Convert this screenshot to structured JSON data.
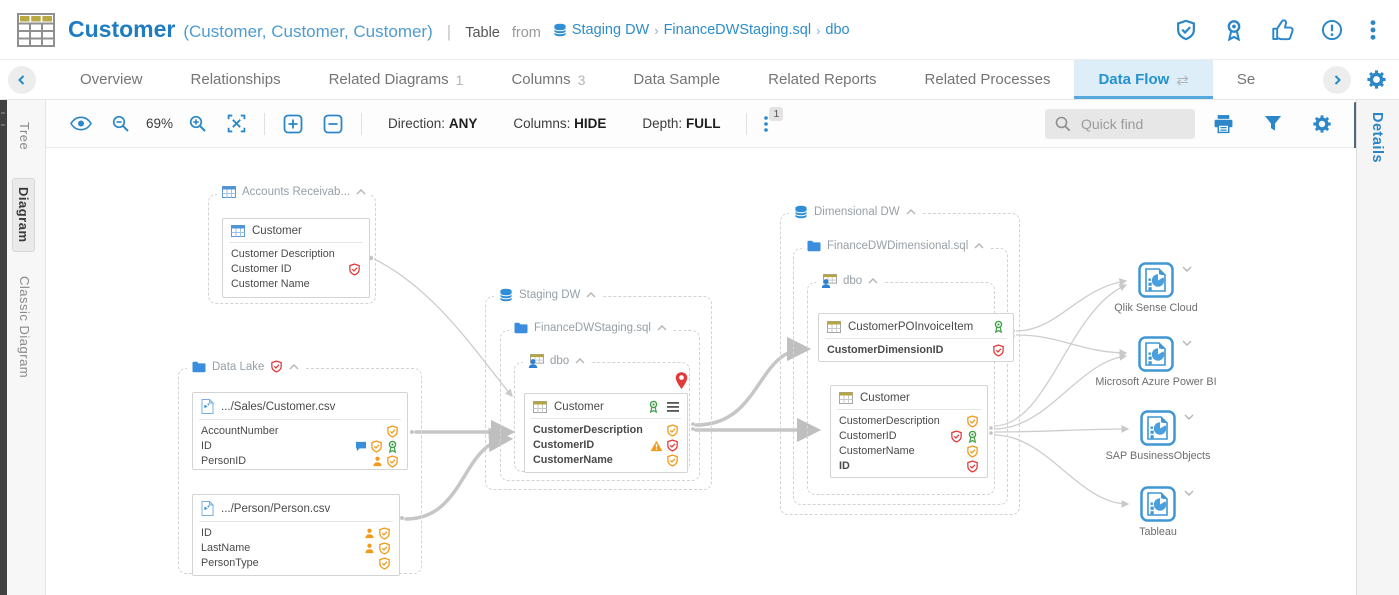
{
  "header": {
    "title": "Customer",
    "aliases": "(Customer, Customer, Customer)",
    "pipe": "|",
    "type_label": "Table",
    "from_label": "from",
    "crumb_sep": "›",
    "crumbs": [
      "Staging DW",
      "FinanceDWStaging.sql",
      "dbo"
    ],
    "action_icons": [
      "certified-shield-icon",
      "award-ribbon-icon",
      "thumbs-up-icon",
      "alert-circle-icon",
      "more-vertical-icon"
    ]
  },
  "tabs": {
    "items": [
      {
        "label": "Overview"
      },
      {
        "label": "Relationships"
      },
      {
        "label": "Related Diagrams",
        "badge": "1"
      },
      {
        "label": "Columns",
        "badge": "3"
      },
      {
        "label": "Data Sample"
      },
      {
        "label": "Related Reports"
      },
      {
        "label": "Related Processes"
      },
      {
        "label": "Data Flow",
        "active": true
      },
      {
        "label": "Se"
      }
    ]
  },
  "toolbar": {
    "zoom_value": "69%",
    "direction_label": "Direction:",
    "direction_value": "ANY",
    "columns_label": "Columns:",
    "columns_value": "HIDE",
    "depth_label": "Depth:",
    "depth_value": "FULL",
    "more_count": "1",
    "search_placeholder": "Quick find"
  },
  "sidebar": {
    "tree": "Tree",
    "diagram": "Diagram",
    "classic": "Classic Diagram"
  },
  "rightbar": {
    "details": "Details"
  },
  "diagram": {
    "groups": {
      "accounts_receivable": {
        "label": "Accounts Receivab..."
      },
      "data_lake": {
        "label": "Data Lake"
      },
      "staging_dw": {
        "label": "Staging DW"
      },
      "staging_sql": {
        "label": "FinanceDWStaging.sql"
      },
      "staging_schema": {
        "label": "dbo"
      },
      "dimensional_dw": {
        "label": "Dimensional DW"
      },
      "dimensional_sql": {
        "label": "FinanceDWDimensional.sql"
      },
      "dimensional_schema": {
        "label": "dbo"
      }
    },
    "nodes": {
      "ar_customer": {
        "title": "Customer",
        "columns": [
          {
            "name": "Customer Description",
            "icons": []
          },
          {
            "name": "Customer ID",
            "icons": [
              "shield-check-red"
            ]
          },
          {
            "name": "Customer Name",
            "icons": []
          }
        ]
      },
      "sales_csv": {
        "title": ".../Sales/Customer.csv",
        "columns": [
          {
            "name": "AccountNumber",
            "icons": [
              "shield-check-orange"
            ]
          },
          {
            "name": "ID",
            "icons": [
              "comment-blue",
              "shield-check-orange",
              "ribbon-green"
            ]
          },
          {
            "name": "PersonID",
            "icons": [
              "person-orange",
              "shield-check-orange"
            ]
          }
        ]
      },
      "person_csv": {
        "title": ".../Person/Person.csv",
        "columns": [
          {
            "name": "ID",
            "icons": [
              "person-orange",
              "shield-check-orange"
            ]
          },
          {
            "name": "LastName",
            "icons": [
              "person-orange",
              "shield-check-orange"
            ]
          },
          {
            "name": "PersonType",
            "icons": [
              "shield-check-orange"
            ]
          }
        ]
      },
      "stg_customer": {
        "title": "Customer",
        "badges": [
          "ribbon-green",
          "menu"
        ],
        "pin": "location-pin-red",
        "columns": [
          {
            "name": "CustomerDescription",
            "icons": [
              "shield-check-orange"
            ]
          },
          {
            "name": "CustomerID",
            "icons": [
              "warning-orange",
              "shield-check-red"
            ]
          },
          {
            "name": "CustomerName",
            "icons": [
              "shield-check-orange"
            ]
          }
        ]
      },
      "dim_invoice": {
        "title": "CustomerPOInvoiceItem",
        "badges": [
          "ribbon-green"
        ],
        "columns": [
          {
            "name": "CustomerDimensionID",
            "icons": [
              "shield-check-red"
            ]
          }
        ]
      },
      "dim_customer": {
        "title": "Customer",
        "columns": [
          {
            "name": "CustomerDescription",
            "icons": [
              "shield-check-orange"
            ]
          },
          {
            "name": "CustomerID",
            "icons": [
              "shield-check-red",
              "ribbon-green"
            ]
          },
          {
            "name": "CustomerName",
            "icons": [
              "shield-check-orange"
            ]
          },
          {
            "name": "ID",
            "icons": [
              "shield-check-red"
            ]
          }
        ]
      }
    },
    "bi_tools": {
      "items": [
        {
          "label": "Qlik Sense Cloud"
        },
        {
          "label": "Microsoft Azure Power BI"
        },
        {
          "label": "SAP BusinessObjects"
        },
        {
          "label": "Tableau"
        }
      ]
    }
  },
  "colors": {
    "accent_blue": "#2b87c8",
    "active_tab_bg": "#ddeef9",
    "status_orange": "#ef9b1d",
    "status_red": "#e23b3b",
    "status_green": "#43a047",
    "edge_gray": "#c6c6c6"
  }
}
